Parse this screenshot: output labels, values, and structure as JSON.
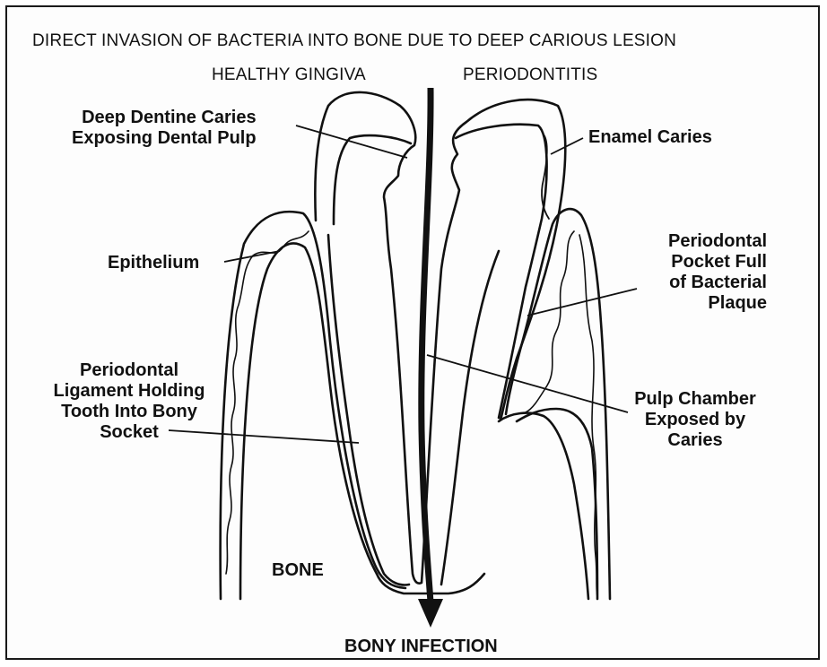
{
  "title": "DIRECT INVASION OF BACTERIA INTO BONE DUE TO DEEP CARIOUS LESION",
  "left_header": "HEALTHY GINGIVA",
  "right_header": "PERIODONTITIS",
  "labels": {
    "deep_dentine_caries": [
      "Deep Dentine Caries",
      "Exposing Dental Pulp"
    ],
    "enamel_caries": [
      "Enamel Caries"
    ],
    "epithelium": [
      "Epithelium"
    ],
    "periodontal_pocket": [
      "Periodontal",
      "Pocket Full",
      "of Bacterial",
      "Plaque"
    ],
    "periodontal_ligament": [
      "Periodontal",
      "Ligament Holding",
      "Tooth Into Bony",
      "Socket"
    ],
    "pulp_chamber": [
      "Pulp Chamber",
      "Exposed by",
      "Caries"
    ],
    "bone": [
      "BONE"
    ],
    "bony_infection": [
      "BONY INFECTION"
    ]
  },
  "colors": {
    "line": "#111111",
    "background": "#fdfdfd"
  }
}
